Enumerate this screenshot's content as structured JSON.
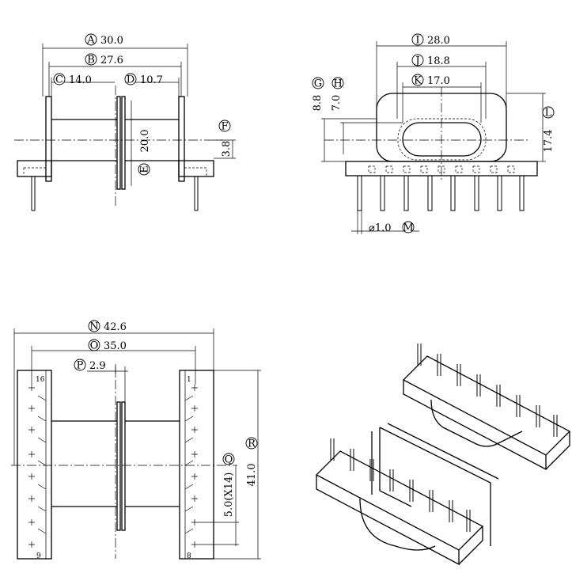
{
  "top_left": {
    "dims": [
      {
        "id": "A",
        "text": "30.0"
      },
      {
        "id": "B",
        "text": "27.6"
      },
      {
        "id": "C",
        "text": "14.0"
      },
      {
        "id": "D",
        "text": "10.7"
      },
      {
        "id": "E",
        "text": "20.0"
      },
      {
        "id": "F",
        "text": "3.8"
      }
    ]
  },
  "top_right": {
    "dims": [
      {
        "id": "I",
        "text": "28.0"
      },
      {
        "id": "J",
        "text": "18.8"
      },
      {
        "id": "K",
        "text": "17.0"
      },
      {
        "id": "G",
        "text": "8.8"
      },
      {
        "id": "H",
        "text": "7.0"
      },
      {
        "id": "L",
        "text": "17.4"
      },
      {
        "id": "M",
        "text": "⌀1.0"
      }
    ]
  },
  "bottom_left": {
    "dims": [
      {
        "id": "N",
        "text": "42.6"
      },
      {
        "id": "O",
        "text": "35.0"
      },
      {
        "id": "P",
        "text": "2.9"
      },
      {
        "id": "Q",
        "text": "5.0(X14)"
      },
      {
        "id": "R",
        "text": "41.0"
      }
    ],
    "pin_labels": {
      "top_left": "16",
      "top_right": "1",
      "bottom_left": "9",
      "bottom_right": "8"
    }
  }
}
